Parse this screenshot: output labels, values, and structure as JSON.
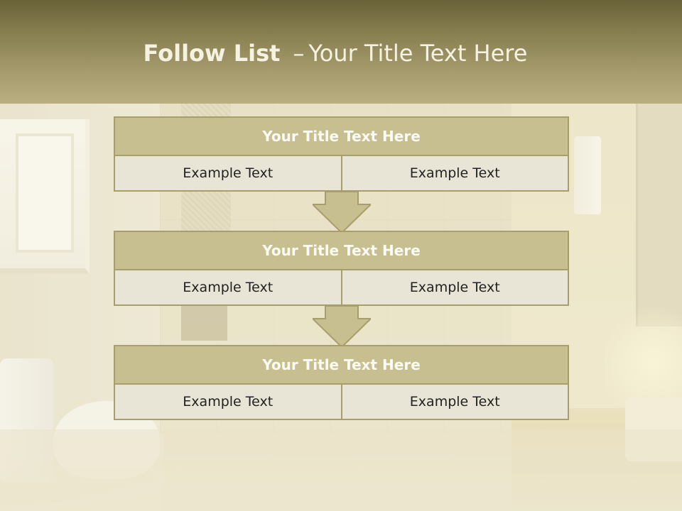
{
  "slide": {
    "title_bold": "Follow List",
    "title_dash": "–",
    "title_rest": "Your Title Text Here"
  },
  "blocks": [
    {
      "heading": "Your Title Text Here",
      "left": "Example Text",
      "right": "Example Text"
    },
    {
      "heading": "Your Title Text Here",
      "left": "Example Text",
      "right": "Example Text"
    },
    {
      "heading": "Your Title Text Here",
      "left": "Example Text",
      "right": "Example Text"
    }
  ],
  "colors": {
    "header_dark": "#6a6238",
    "header_light": "#b8ae80",
    "heading_fill": "#c8bf91",
    "cell_fill": "#e8e5d6",
    "border": "#a89e6b"
  }
}
